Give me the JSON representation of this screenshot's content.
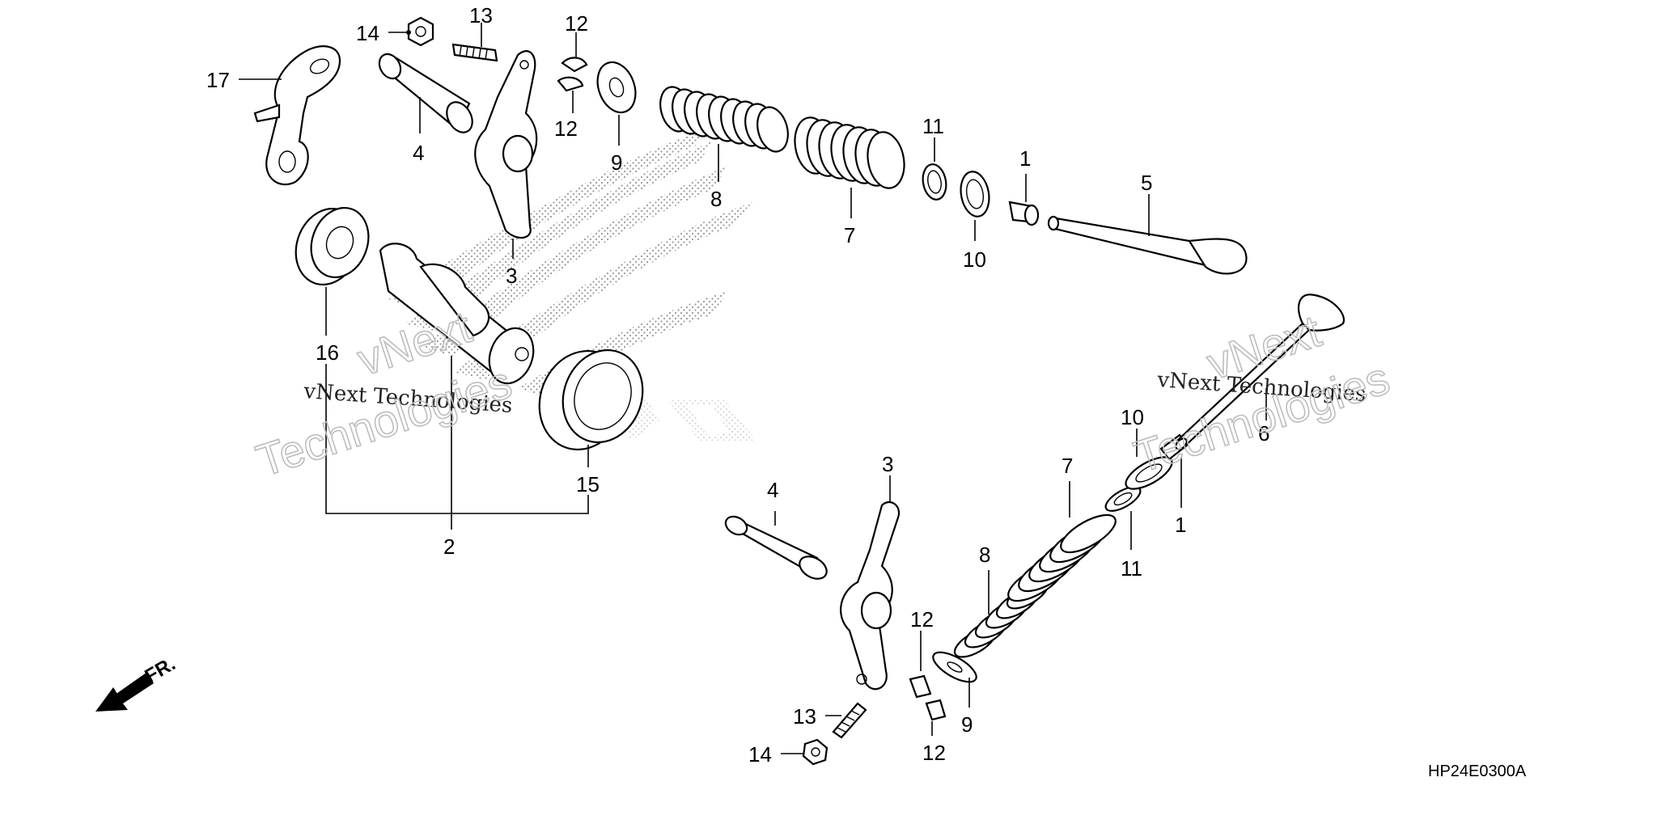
{
  "diagram": {
    "code": "HP24E0300A",
    "front_label": "FR.",
    "watermark": {
      "line1": "vNext Technologies",
      "line2": "vNext",
      "line3": "Technologies"
    },
    "callouts": {
      "c1a": "1",
      "c1b": "1",
      "c2": "2",
      "c3a": "3",
      "c3b": "3",
      "c4a": "4",
      "c4b": "4",
      "c5": "5",
      "c6": "6",
      "c7a": "7",
      "c7b": "7",
      "c8a": "8",
      "c8b": "8",
      "c9a": "9",
      "c9b": "9",
      "c10a": "10",
      "c10b": "10",
      "c11a": "11",
      "c11b": "11",
      "c12a": "12",
      "c12b": "12",
      "c12c": "12",
      "c12d": "12",
      "c13a": "13",
      "c13b": "13",
      "c14a": "14",
      "c14b": "14",
      "c15": "15",
      "c16": "16",
      "c17": "17"
    }
  }
}
